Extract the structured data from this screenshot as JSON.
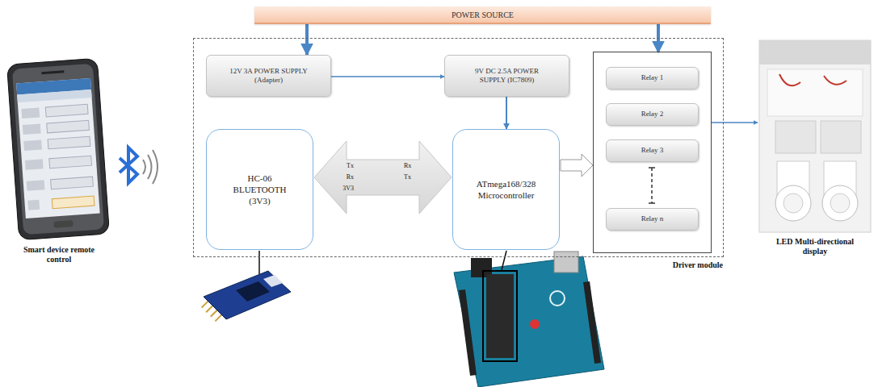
{
  "diagram": {
    "nodes": [
      {
        "text": [
          "POWER SOURCE"
        ]
      },
      {
        "text": [
          "Smart device remote control"
        ]
      },
      {
        "text": [
          "Driver module"
        ]
      },
      {
        "text": [
          "12V 3A POWER SUPPLY (Adapter)"
        ],
        "in": 2
      },
      {
        "text": [
          "9V DC 2.5A POWER SUPPLY (IC7809)"
        ],
        "in": 2
      },
      {
        "text": [],
        "in": 2
      },
      {
        "text": [
          "Relay 1"
        ],
        "in": 5
      },
      {
        "text": [
          "Relay 2"
        ],
        "in": 5
      },
      {
        "text": [
          "Relay 3"
        ],
        "in": 5
      },
      {
        "text": [
          "Relay n"
        ],
        "in": 5
      },
      {
        "text": [
          "HC-06 BLUETOOTH (3V3)"
        ],
        "in": 2
      },
      {
        "text": [
          "ATmega168/328 Microcontroller"
        ],
        "in": 2
      },
      {
        "text": [
          "LED Multi-directional display"
        ]
      }
    ],
    "edges": [
      {
        "from": 0,
        "to": 3,
        "arrow": "to"
      },
      {
        "from": 0,
        "to": 5,
        "arrow": "to"
      },
      {
        "from": 3,
        "to": 4,
        "arrow": "to"
      },
      {
        "from": 4,
        "to": 11,
        "arrow": "to"
      },
      {
        "from": 10,
        "to": 11,
        "arrow": "both"
      },
      {
        "from": 11,
        "to": 5,
        "arrow": "to"
      },
      {
        "from": 5,
        "to": 12,
        "arrow": "to"
      }
    ],
    "labels": [
      "Tx",
      "Rx",
      "Rx",
      "Tx",
      "3V3"
    ]
  }
}
